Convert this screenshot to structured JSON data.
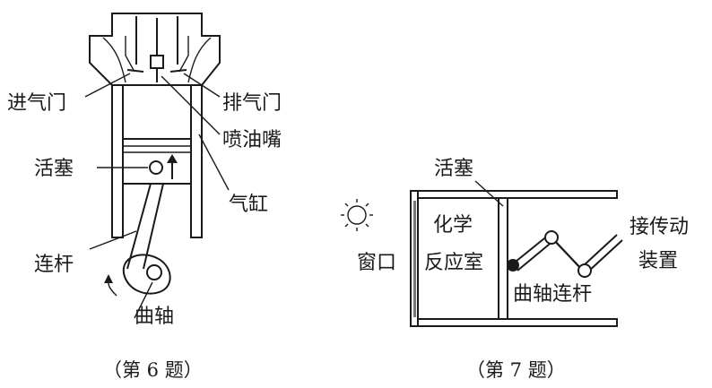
{
  "figure6": {
    "labels": {
      "intake_valve": "进气门",
      "exhaust_valve": "排气门",
      "injector": "喷油嘴",
      "piston": "活塞",
      "cylinder": "气缸",
      "connecting_rod": "连杆",
      "crankshaft": "曲轴"
    },
    "caption": "（第 6 题）"
  },
  "figure7": {
    "labels": {
      "piston": "活塞",
      "chamber_line1": "化学",
      "chamber_line2": "反应室",
      "window": "窗口",
      "crank_rod": "曲轴连杆",
      "transmission_line1": "接传动",
      "transmission_line2": "装置"
    },
    "caption": "（第 7 题）"
  }
}
